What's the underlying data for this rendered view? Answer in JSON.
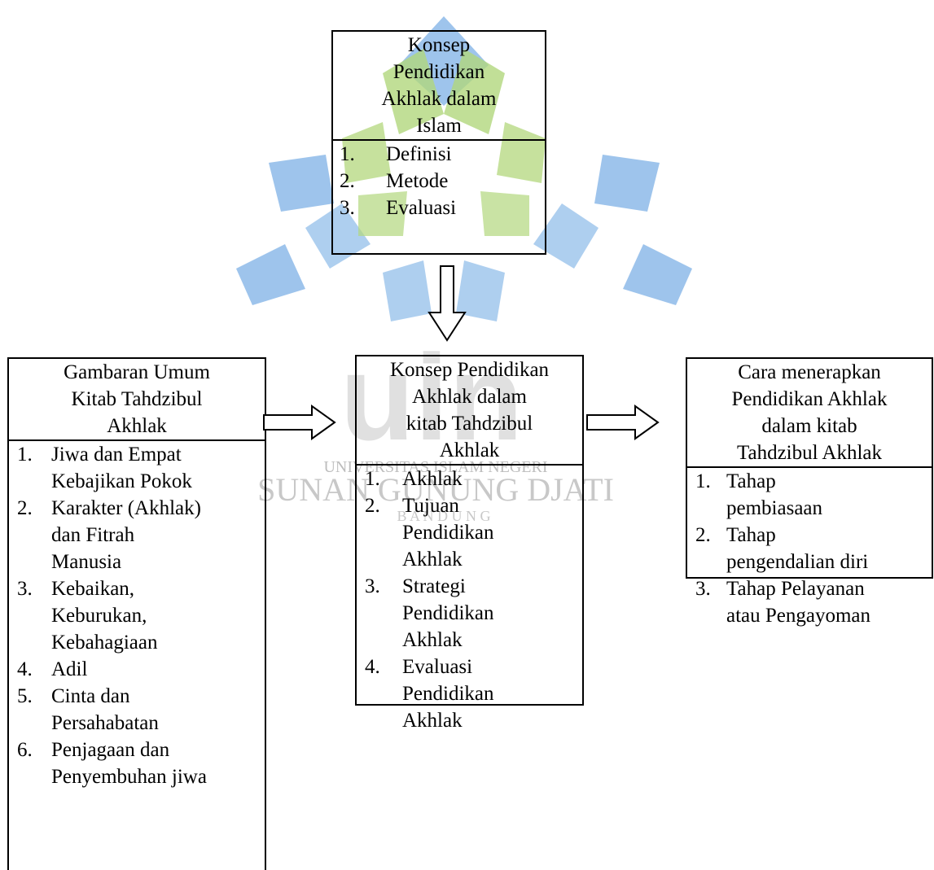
{
  "watermark": {
    "logo_text": "uin",
    "line1": "UNIVERSITAS ISLAM NEGERI",
    "line2": "SUNAN GUNUNG DJATI",
    "line3": "B A N D U N G",
    "colors": {
      "blue": "#3f8fd2",
      "green": "#8cc63f"
    }
  },
  "top_box": {
    "title_lines": [
      "Konsep",
      "Pendidikan",
      "Akhlak dalam",
      "Islam"
    ],
    "items": [
      {
        "num": "1.",
        "lines": [
          "Definisi"
        ]
      },
      {
        "num": "2.",
        "lines": [
          "Metode"
        ]
      },
      {
        "num": "3.",
        "lines": [
          "Evaluasi"
        ]
      }
    ]
  },
  "left_box": {
    "title_lines": [
      "Gambaran Umum",
      "Kitab Tahdzibul",
      "Akhlak"
    ],
    "items": [
      {
        "num": "1.",
        "lines": [
          "Jiwa dan Empat",
          "Kebajikan Pokok"
        ]
      },
      {
        "num": "2.",
        "lines": [
          "Karakter (Akhlak)",
          "dan Fitrah",
          "Manusia"
        ]
      },
      {
        "num": "3.",
        "lines": [
          "Kebaikan,",
          "Keburukan,",
          "Kebahagiaan"
        ]
      },
      {
        "num": "4.",
        "lines": [
          "Adil"
        ]
      },
      {
        "num": "5.",
        "lines": [
          "Cinta dan",
          "Persahabatan"
        ]
      },
      {
        "num": "6.",
        "lines": [
          "Penjagaan dan",
          "Penyembuhan jiwa"
        ]
      }
    ]
  },
  "center_box": {
    "title_lines": [
      "Konsep Pendidikan",
      "Akhlak dalam",
      "kitab Tahdzibul",
      "Akhlak"
    ],
    "items": [
      {
        "num": "1.",
        "lines": [
          "Akhlak"
        ]
      },
      {
        "num": "2.",
        "lines": [
          "Tujuan",
          "Pendidikan",
          "Akhlak"
        ]
      },
      {
        "num": "3.",
        "lines": [
          "Strategi",
          "Pendidikan",
          "Akhlak"
        ]
      },
      {
        "num": "4.",
        "lines": [
          "Evaluasi",
          "Pendidikan",
          "Akhlak"
        ]
      }
    ]
  },
  "right_box": {
    "title_lines": [
      "Cara menerapkan",
      "Pendidikan Akhlak",
      "dalam kitab",
      "Tahdzibul Akhlak"
    ],
    "items": [
      {
        "num": "1.",
        "lines": [
          "Tahap",
          "pembiasaan"
        ]
      },
      {
        "num": "2.",
        "lines": [
          "Tahap",
          "pengendalian diri"
        ]
      },
      {
        "num": "3.",
        "lines": [
          "Tahap Pelayanan",
          "atau Pengayoman"
        ]
      }
    ]
  }
}
